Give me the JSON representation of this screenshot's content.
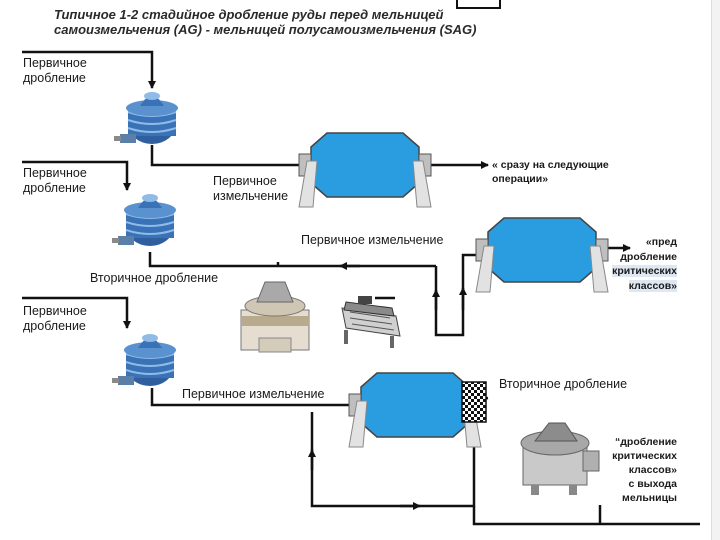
{
  "title_line1": "Типичное 1-2 стадийное дробление руды перед мельницей",
  "title_line2": "самоизмельчения (AG) - мельницей полусамоизмельчения (SAG)",
  "primary_crushing_1": "Первичное",
  "primary_crushing_2": "дробление",
  "primary_grinding_a1": "Первичное",
  "primary_grinding_a2": "измельчение",
  "primary_grinding_b": "Первичное измельчение",
  "primary_grinding_c": "Первичное измельчение",
  "secondary_crushing_b": "Вторичное дробление",
  "secondary_crushing_c": "Вторичное дробление",
  "note_next_ops_1": "« сразу на следующие",
  "note_next_ops_2": "операции»",
  "note_pre_1": "«пред",
  "note_pre_2": "дробление",
  "note_pre_3": "критических",
  "note_pre_4": "классов»",
  "note_post_1": "“дробление",
  "note_post_2": "критических",
  "note_post_3": "классов»",
  "note_post_4": "с выхода",
  "note_post_5": "мельницы",
  "colors": {
    "mill": "#2a9de0",
    "crusher": "#3a72b8",
    "line": "#111111",
    "highlight": "#dfe7f2"
  }
}
